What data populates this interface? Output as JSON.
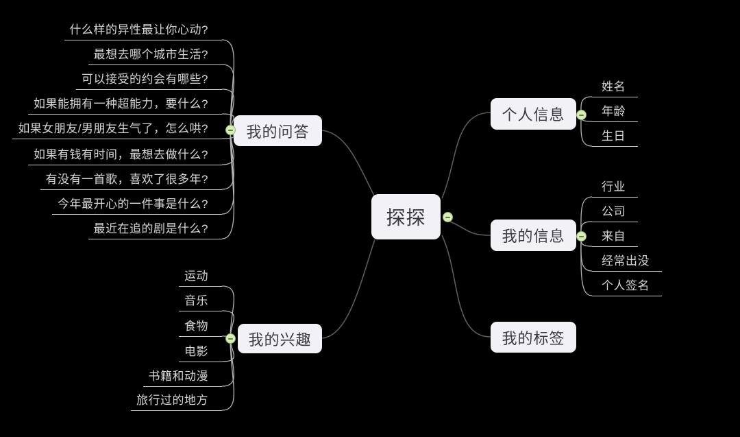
{
  "app": {
    "type": "mindmap",
    "background": "#000000"
  },
  "root": {
    "label": "探探"
  },
  "branches": [
    {
      "label": "我的问答",
      "children": [
        "什么样的异性最让你心动?",
        "最想去哪个城市生活?",
        "可以接受的约会有哪些?",
        "如果能拥有一种超能力，要什么?",
        "如果女朋友/男朋友生气了，怎么哄?",
        "如果有钱有时间，最想去做什么?",
        "有没有一首歌，喜欢了很多年?",
        "今年最开心的一件事是什么?",
        "最近在追的剧是什么?"
      ]
    },
    {
      "label": "我的兴趣",
      "children": [
        "运动",
        "音乐",
        "食物",
        "电影",
        "书籍和动漫",
        "旅行过的地方"
      ]
    },
    {
      "label": "个人信息",
      "children": [
        "姓名",
        "年龄",
        "生日"
      ]
    },
    {
      "label": "我的信息",
      "children": [
        "行业",
        "公司",
        "来自",
        "经常出没",
        "个人签名"
      ]
    },
    {
      "label": "我的标签",
      "children": []
    }
  ],
  "colors": {
    "background": "#000000",
    "node_fill": "#f2f2f6",
    "node_text": "#3b3b42",
    "leaf_text": "#d6d6d6",
    "leaf_line": "#c9c9c9",
    "branch_line": "#5c5c5c",
    "collapse_fill": "#d8edba",
    "collapse_border": "#94b56d",
    "collapse_minus": "#5f7f44"
  },
  "icons": {
    "collapse_button": "minus-icon"
  }
}
